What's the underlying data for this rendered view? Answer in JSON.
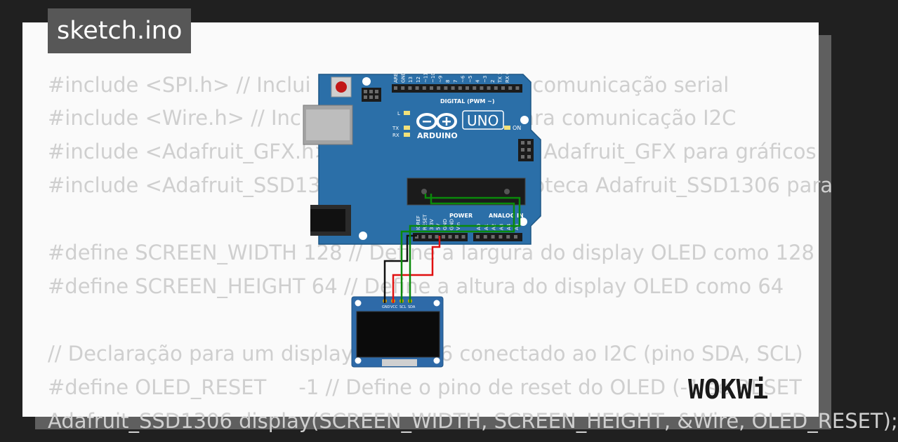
{
  "tab": {
    "title": "sketch.ino"
  },
  "code_lines": [
    "#include <SPI.h> // Inclui a biblioteca SPI para comunicação serial",
    "#include <Wire.h> // Inclui a biblioteca Wire para comunicação I2C",
    "#include <Adafruit_GFX.h> // Inclui a biblioteca Adafruit_GFX para gráficos",
    "#include <Adafruit_SSD1306.h> // Inclui a biblioteca Adafruit_SSD1306 para",
    "",
    "#define SCREEN_WIDTH 128 // Define a largura do display OLED como 128",
    "#define SCREEN_HEIGHT 64 // Define a altura do display OLED como 64",
    "",
    "// Declaração para um display SSD1306 conectado ao I2C (pino SDA, SCL)",
    "#define OLED_RESET     -1 // Define o pino de reset do OLED (-1 se RESET",
    "Adafruit_SSD1306 display(SCREEN_WIDTH, SCREEN_HEIGHT, &Wire, OLED_RESET);"
  ],
  "arduino": {
    "model": "UNO",
    "brand": "ARDUINO",
    "digital_header": "DIGITAL (PWM ~)",
    "power_header": "POWER",
    "analog_header": "ANALOG IN",
    "led_l": "L",
    "led_tx": "TX",
    "led_rx": "RX",
    "led_on": "ON",
    "digital_pins": [
      "AREF",
      "GND",
      "13",
      "12",
      "~11",
      "~10",
      "~9",
      "8",
      "7",
      "~6",
      "~5",
      "4",
      "~3",
      "2",
      "TX 1",
      "RX 0"
    ],
    "power_pins": [
      "IOREF",
      "RESET",
      "3.3V",
      "5V",
      "GND",
      "GND",
      "Vin"
    ],
    "analog_pins": [
      "A0",
      "A1",
      "A2",
      "A3",
      "A4",
      "A5"
    ]
  },
  "oled": {
    "pins": [
      "GND",
      "VCC",
      "SCL",
      "SDA"
    ]
  },
  "logo": {
    "text": "WOKWi"
  },
  "colors": {
    "background": "#202020",
    "card": "#fafafa",
    "code_text": "#cfcfcf",
    "board": "#2b6fa8",
    "wire_black": "#111111",
    "wire_red": "#e01010",
    "wire_green": "#0a8a0a"
  }
}
